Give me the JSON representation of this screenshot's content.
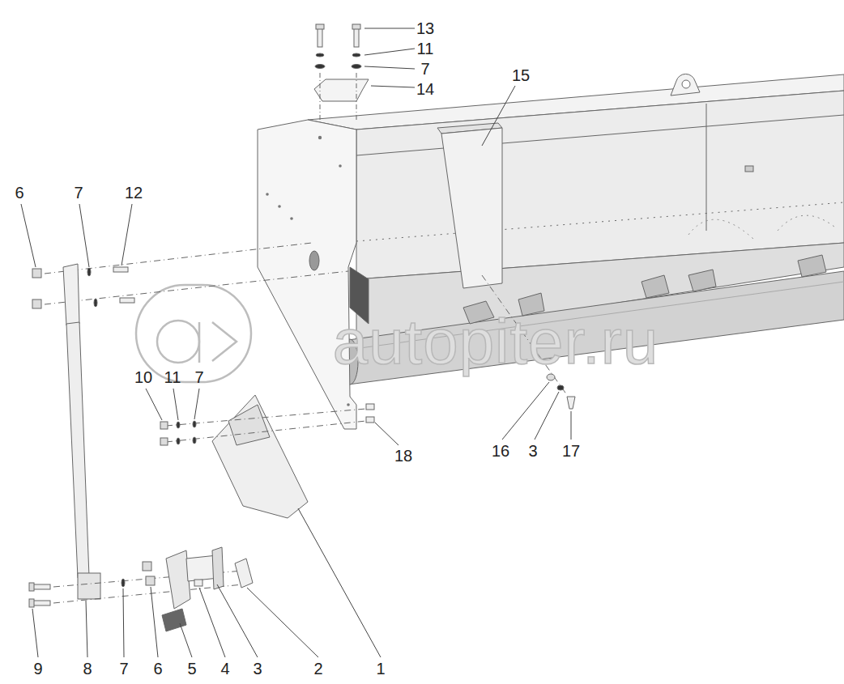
{
  "diagram": {
    "labels": [
      "13",
      "11",
      "7",
      "14",
      "15",
      "6",
      "7",
      "12",
      "10",
      "11",
      "7",
      "18",
      "16",
      "3",
      "17",
      "9",
      "8",
      "7",
      "6",
      "5",
      "4",
      "3",
      "2",
      "1",
      "autopiter.ru"
    ]
  }
}
